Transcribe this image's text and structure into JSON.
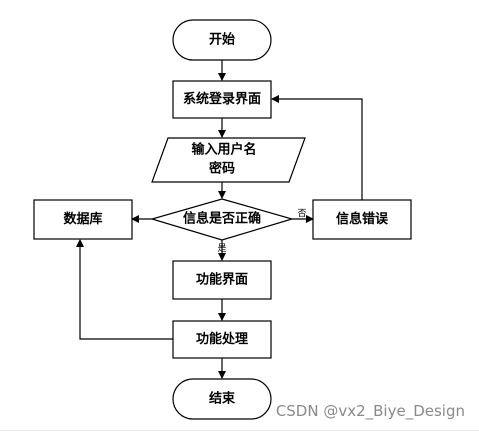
{
  "nodes": {
    "start": "开始",
    "login": "系统登录界面",
    "input_line1": "输入用户名",
    "input_line2": "密码",
    "decision": "信息是否正确",
    "database": "数据库",
    "error": "信息错误",
    "function_ui": "功能界面",
    "function_process": "功能处理",
    "end": "结束"
  },
  "edges": {
    "yes_label": "是",
    "no_label": "否"
  },
  "watermark": "CSDN @vx2_Biye_Design",
  "colors": {
    "stroke": "#000000",
    "fill": "#ffffff",
    "watermark": "#8a8a8a"
  }
}
